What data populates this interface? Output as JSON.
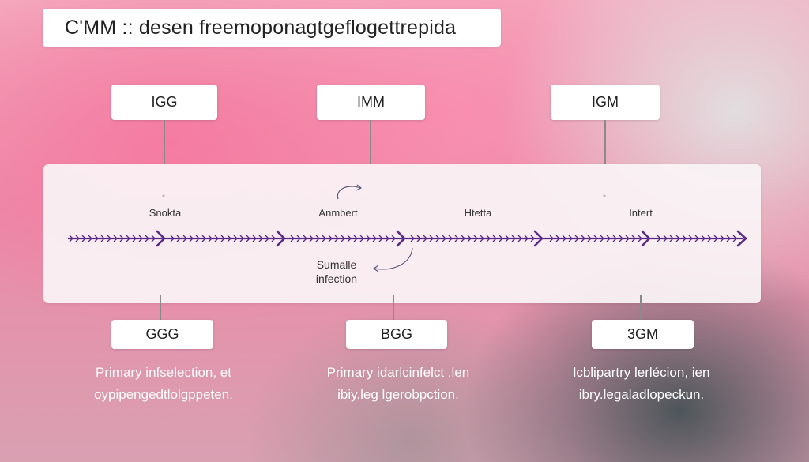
{
  "title": "C'MM :: desen freemoponagtgeflogettrepida",
  "top_labels": [
    "IGG",
    "IMM",
    "IGM"
  ],
  "stages": [
    "Snokta",
    "Anmbert",
    "Htetta",
    "Intert"
  ],
  "annotation": {
    "line1": "Sumalle",
    "line2": "infection"
  },
  "bottom_labels": [
    "GGG",
    "BGG",
    "3GM"
  ],
  "descriptions": [
    {
      "line1": "Primary infselection, et",
      "line2": "oypipengedtlolgppeten."
    },
    {
      "line1": "Primary idarlcinfelct .len",
      "line2": "ibiy.leg lgerobpction."
    },
    {
      "line1": "lcblipartry lerlécion, ien",
      "line2": "ibry.legaladlopeckun."
    }
  ],
  "colors": {
    "timeline": "#5b2a86",
    "connector": "#8a8a8a"
  }
}
